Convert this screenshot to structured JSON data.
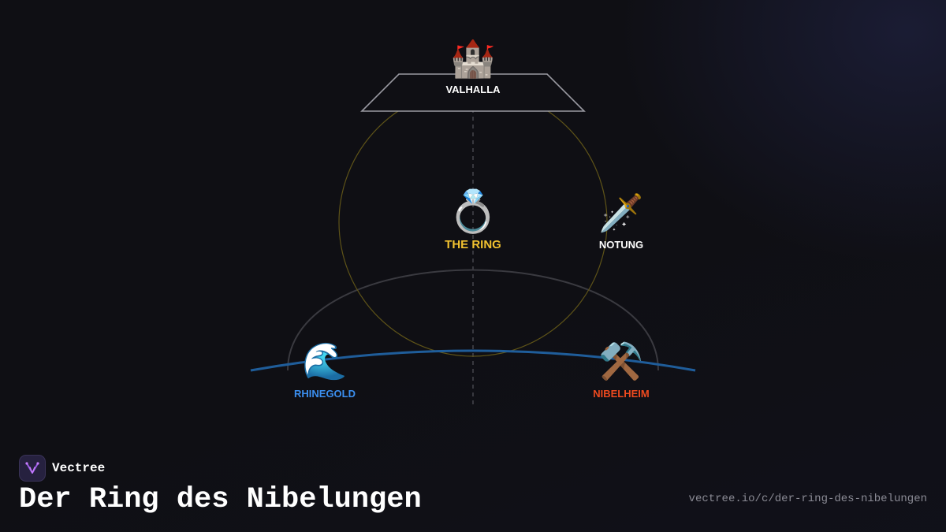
{
  "brand": {
    "name": "Vectree",
    "logo_icon": "vectree-logo-icon"
  },
  "page": {
    "title": "Der Ring des Nibelungen",
    "url": "vectree.io/c/der-ring-des-nibelungen"
  },
  "colors": {
    "background": "#0f0f14",
    "valhalla_label": "#ffffff",
    "ring_label": "#f2c230",
    "notung_label": "#ffffff",
    "rhinegold_label": "#3b8ff0",
    "nibelheim_label": "#ee4a1f",
    "ring_circle": "#5e5318",
    "river_curve": "#1f5d9a",
    "dome_curve": "#3a3a40",
    "valhalla_outline": "#9a9aa2",
    "axis_line": "#55555c"
  },
  "nodes": {
    "valhalla": {
      "label": "VALHALLA",
      "icon": "castle-icon",
      "glyph": "🏰"
    },
    "ring": {
      "label": "THE RING",
      "icon": "ring-icon",
      "glyph": "💍"
    },
    "notung": {
      "label": "NOTUNG",
      "icon": "sword-icon",
      "glyph": "🗡️"
    },
    "rhinegold": {
      "label": "RHINEGOLD",
      "icon": "water-wave-icon",
      "glyph": "🌊"
    },
    "nibelheim": {
      "label": "NIBELHEIM",
      "icon": "hammer-pick-icon",
      "glyph": "⚒️"
    }
  }
}
